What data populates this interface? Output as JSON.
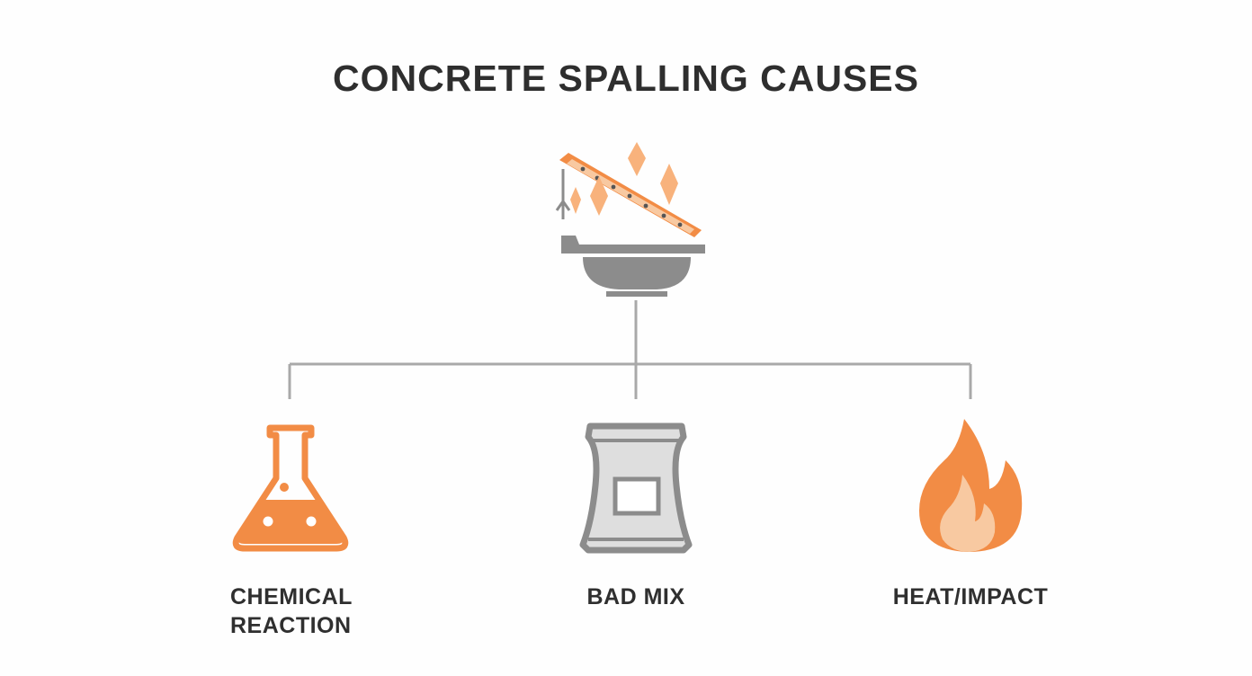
{
  "title": "CONCRETE SPALLING CAUSES",
  "root": {
    "icon": "spalling-concrete-icon"
  },
  "causes": [
    {
      "label_lines": [
        "CHEMICAL",
        "REACTION"
      ],
      "icon": "flask-icon"
    },
    {
      "label_lines": [
        "BAD MIX"
      ],
      "icon": "cement-bag-icon"
    },
    {
      "label_lines": [
        "HEAT/IMPACT"
      ],
      "icon": "flame-icon"
    }
  ],
  "colors": {
    "accent": "#f28c45",
    "accent_light": "#f8c9a1",
    "gray": "#8c8c8c",
    "connector": "#a9a9a9",
    "text": "#2e2e2e"
  }
}
